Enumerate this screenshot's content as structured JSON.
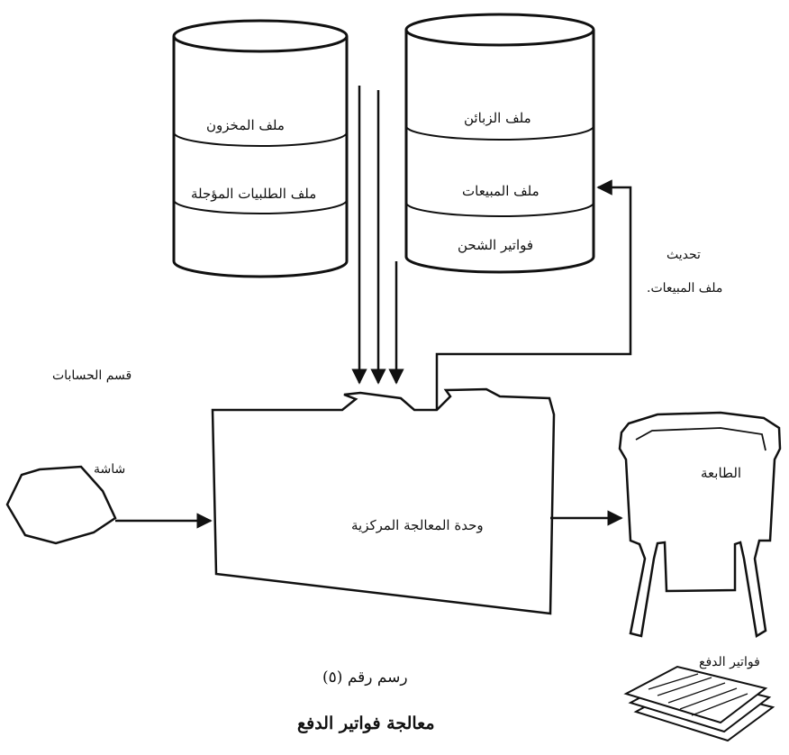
{
  "diagram": {
    "disk_left": {
      "sections": [
        "ملف المخزون",
        "ملف الطلبيات المؤجلة"
      ]
    },
    "disk_right": {
      "sections": [
        "ملف الزبائن",
        "ملف المبيعات",
        "فواتير الشحن"
      ]
    },
    "update_label": {
      "line1": "تحديث",
      "line2": "ملف المبيعات."
    },
    "department_label": "قسم الحسابات",
    "terminal_label": "شاشة",
    "cpu_label": "وحدة المعالجة المركزية",
    "printer_label": "الطابعة",
    "invoices_label": "فواتير الدفع"
  },
  "caption": {
    "number": "رسم رقم (٥)",
    "title": "معالجة فواتير الدفع"
  }
}
